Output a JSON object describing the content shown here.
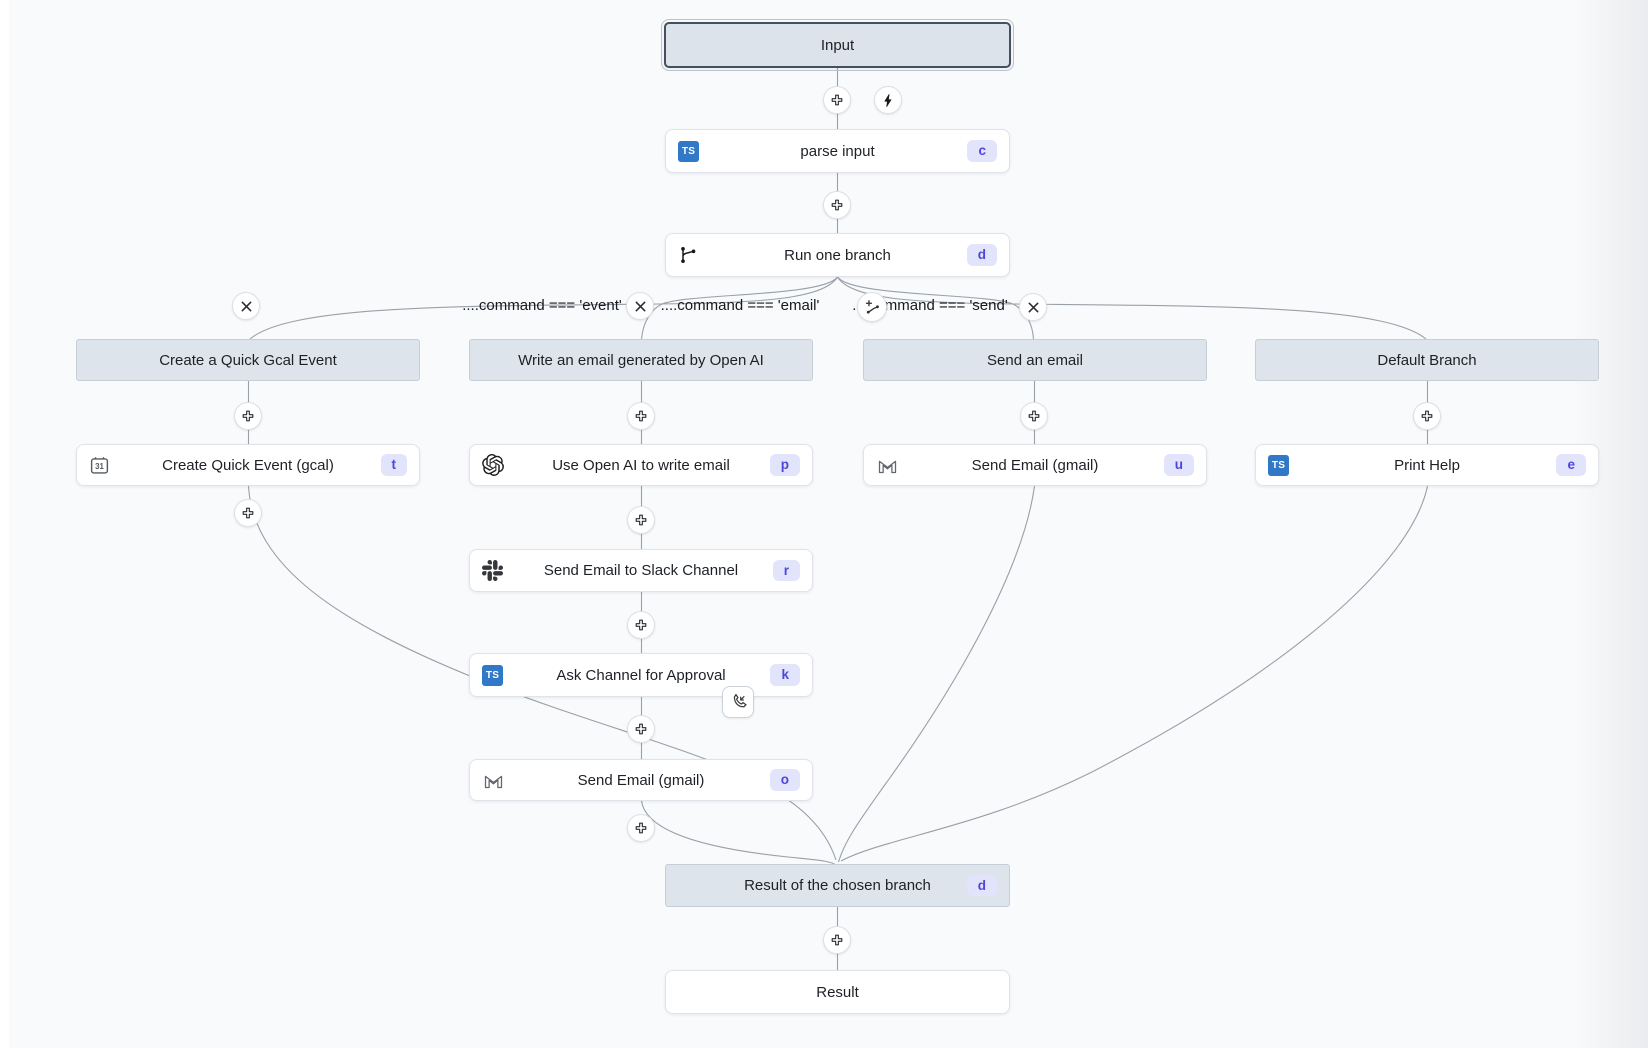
{
  "flow": {
    "input_label": "Input",
    "parse_step": {
      "label": "parse input",
      "shortcut": "c",
      "icon": "typescript-icon"
    },
    "branch_step": {
      "label": "Run one branch",
      "shortcut": "d",
      "icon": "git-branch-icon"
    },
    "conditions": [
      {
        "expr": "....command === 'event'"
      },
      {
        "expr": "....command === 'email'"
      },
      {
        "expr": "....command === 'send'"
      }
    ],
    "branches": [
      {
        "header": "Create a Quick Gcal Event",
        "steps": [
          {
            "label": "Create Quick Event (gcal)",
            "shortcut": "t",
            "icon": "gcal-calendar-icon"
          }
        ]
      },
      {
        "header": "Write an email generated by Open AI",
        "steps": [
          {
            "label": "Use Open AI to write email",
            "shortcut": "p",
            "icon": "openai-icon"
          },
          {
            "label": "Send Email to Slack Channel",
            "shortcut": "r",
            "icon": "slack-icon"
          },
          {
            "label": "Ask Channel for Approval",
            "shortcut": "k",
            "icon": "typescript-icon",
            "suspend_icon": "phone-incoming-icon"
          },
          {
            "label": "Send Email (gmail)",
            "shortcut": "o",
            "icon": "gmail-icon"
          }
        ]
      },
      {
        "header": "Send an email",
        "steps": [
          {
            "label": "Send Email (gmail)",
            "shortcut": "u",
            "icon": "gmail-icon"
          }
        ]
      },
      {
        "header": "Default Branch",
        "steps": [
          {
            "label": "Print Help",
            "shortcut": "e",
            "icon": "typescript-icon"
          }
        ]
      }
    ],
    "result_branch": {
      "label": "Result of the chosen branch",
      "shortcut": "d"
    },
    "result_label": "Result"
  },
  "colors": {
    "canvas_bg": "#f8fafc",
    "edge": "#9aa0a7",
    "typescript_blue": "#3178c6",
    "shortcut_badge_bg": "#e1e4fb",
    "shortcut_badge_text": "#4e46dc",
    "header_bg": "#dde4eb",
    "selected_border": "#44505f"
  }
}
